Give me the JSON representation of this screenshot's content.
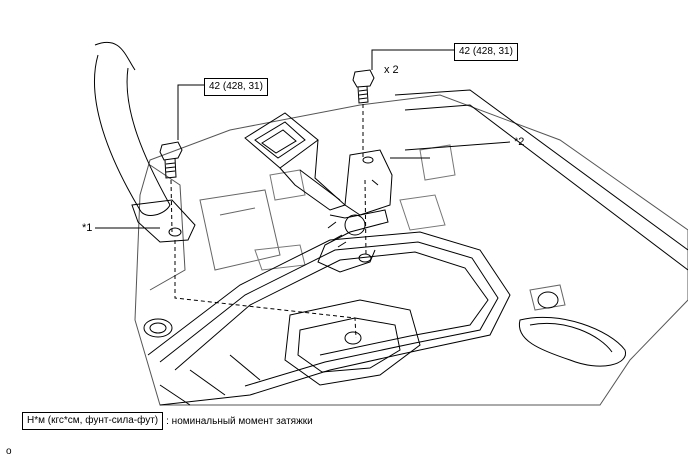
{
  "torque": {
    "left": "42 (428, 31)",
    "right": "42 (428, 31)"
  },
  "callouts": {
    "item1": "*1",
    "item2": "*2",
    "quantity": "x 2"
  },
  "legend": {
    "unit_key": "Н*м (кгс*см, фунт-сила-фут)",
    "description": ": номинальный момент затяжки"
  },
  "figure_id": "o"
}
